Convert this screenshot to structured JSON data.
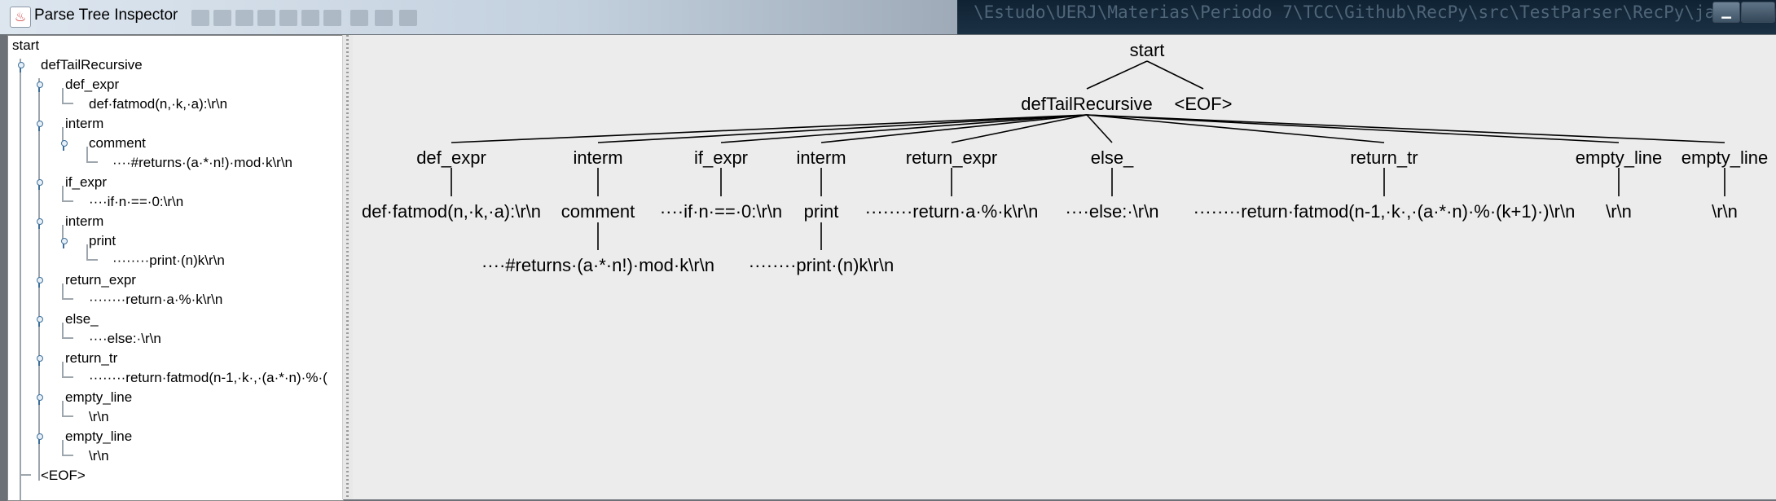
{
  "window": {
    "title": "Parse Tree Inspector",
    "background_path": "\\Estudo\\UERJ\\Materias\\Periodo 7\\TCC\\Github\\RecPy\\src\\TestParser\\RecPy\\java org.antlr"
  },
  "outline": {
    "root": "start",
    "child": "defTailRecursive",
    "def_expr": "def_expr",
    "def_expr_text": "def·fatmod(n,·k,·a):\\r\\n",
    "interm1": "interm",
    "comment": "comment",
    "comment_text": "····#returns·(a·*·n!)·mod·k\\r\\n",
    "if_expr": "if_expr",
    "if_text": "····if·n·==·0:\\r\\n",
    "interm2": "interm",
    "print": "print",
    "print_text": "········print·(n)k\\r\\n",
    "return_expr": "return_expr",
    "return_text": "········return·a·%·k\\r\\n",
    "else": "else_",
    "else_text": "····else:·\\r\\n",
    "return_tr": "return_tr",
    "return_tr_text": "········return·fatmod(n-1,·k·,·(a·*·n)·%·(",
    "empty1": "empty_line",
    "empty1_text": "\\r\\n",
    "empty2": "empty_line",
    "empty2_text": "\\r\\n",
    "eof": "<EOF>"
  },
  "tree": {
    "start": "start",
    "defTailRecursive": "defTailRecursive",
    "eof": "<EOF>",
    "def_expr": "def_expr",
    "def_expr_leaf": "def·fatmod(n,·k,·a):\\r\\n",
    "interm1": "interm",
    "comment": "comment",
    "comment_leaf": "····#returns·(a·*·n!)·mod·k\\r\\n",
    "if_expr": "if_expr",
    "if_leaf": "····if·n·==·0:\\r\\n",
    "interm2": "interm",
    "print": "print",
    "print_leaf": "········print·(n)k\\r\\n",
    "return_expr": "return_expr",
    "return_leaf": "········return·a·%·k\\r\\n",
    "else": "else_",
    "else_leaf": "····else:·\\r\\n",
    "return_tr": "return_tr",
    "return_tr_leaf": "········return·fatmod(n-1,·k·,·(a·*·n)·%·(k+1)·)\\r\\n",
    "empty1": "empty_line",
    "empty1_leaf": "\\r\\n",
    "empty2": "empty_line",
    "empty2_leaf": "\\r\\n"
  }
}
